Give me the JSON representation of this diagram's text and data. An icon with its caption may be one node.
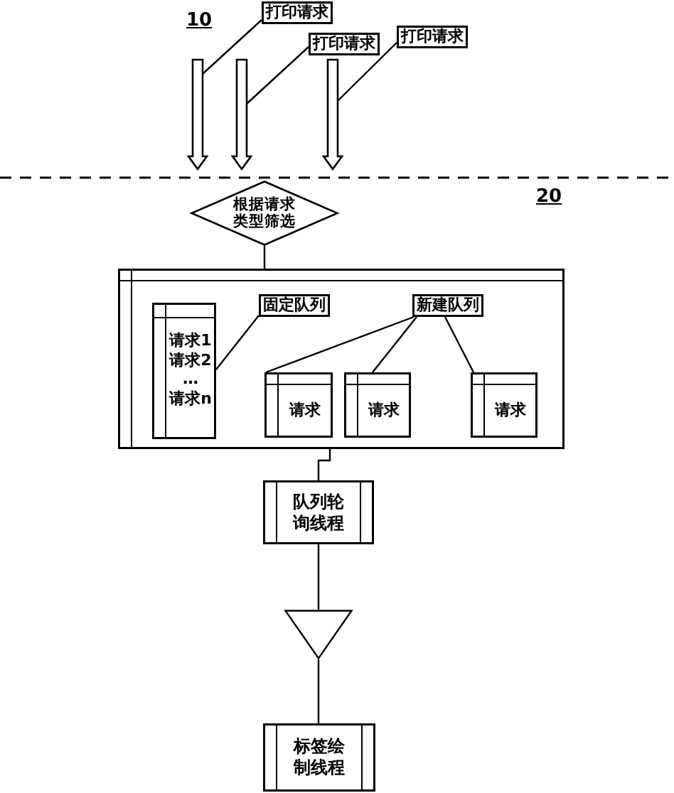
{
  "diagram": {
    "nodes": [
      {
        "text": [
          "打印请求"
        ]
      },
      {
        "text": [
          "打印请求"
        ]
      },
      {
        "text": [
          "打印请求"
        ]
      },
      {
        "text": [
          "根据请求类型筛选"
        ]
      },
      {
        "text": [],
        "shape": "box"
      },
      {
        "text": [
          "请求1",
          "请求2",
          "…",
          "请求n"
        ],
        "in": 4
      },
      {
        "text": [
          "固定队列"
        ],
        "in": 4
      },
      {
        "text": [
          "新建队列"
        ],
        "in": 4
      },
      {
        "text": [
          "请求"
        ],
        "in": 4
      },
      {
        "text": [
          "请求"
        ],
        "in": 4
      },
      {
        "text": [
          "请求"
        ],
        "in": 4
      },
      {
        "text": [
          "队列轮询线程"
        ]
      },
      {
        "text": [],
        "shape": "triangle"
      },
      {
        "text": [
          "标签绘制线程"
        ]
      }
    ],
    "edges": [
      {
        "from": null,
        "to": 3,
        "arrow": "to",
        "style": "thick"
      },
      {
        "from": null,
        "to": 3,
        "arrow": "to",
        "style": "thick"
      },
      {
        "from": null,
        "to": 3,
        "arrow": "to",
        "style": "thick"
      },
      {
        "from": 0,
        "to": null,
        "arrow": "none"
      },
      {
        "from": 1,
        "to": null,
        "arrow": "none"
      },
      {
        "from": 2,
        "to": null,
        "arrow": "none"
      },
      {
        "from": 3,
        "to": 4,
        "arrow": "none"
      },
      {
        "from": 6,
        "to": 5,
        "arrow": "none"
      },
      {
        "from": 7,
        "to": 8,
        "arrow": "none"
      },
      {
        "from": 7,
        "to": 9,
        "arrow": "none"
      },
      {
        "from": 7,
        "to": 10,
        "arrow": "none"
      },
      {
        "from": 4,
        "to": 11,
        "arrow": "none"
      },
      {
        "from": 11,
        "to": 12,
        "arrow": "none"
      },
      {
        "from": 12,
        "to": 13,
        "arrow": "none"
      }
    ],
    "labels": [
      "10",
      "20"
    ]
  }
}
